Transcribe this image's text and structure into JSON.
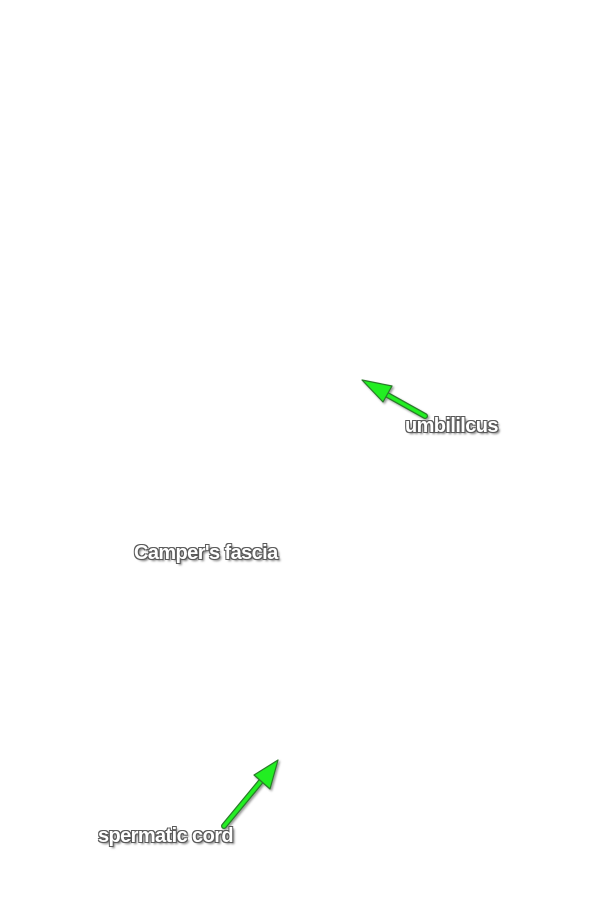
{
  "labels": {
    "umbilicus": "umbililcus",
    "campers_fascia": "Camper's fascia",
    "spermatic_cord": "spermatic cord"
  },
  "colors": {
    "arrow_fill": "#22ee22",
    "arrow_outline": "#2a7a2a",
    "label_text": "#ffffff",
    "label_outline": "#5a5a5a",
    "background": "#ffffff"
  },
  "icons": {
    "umbilicus_pointer": "arrow-up-left-icon",
    "spermatic_cord_pointer": "arrow-up-right-icon"
  }
}
